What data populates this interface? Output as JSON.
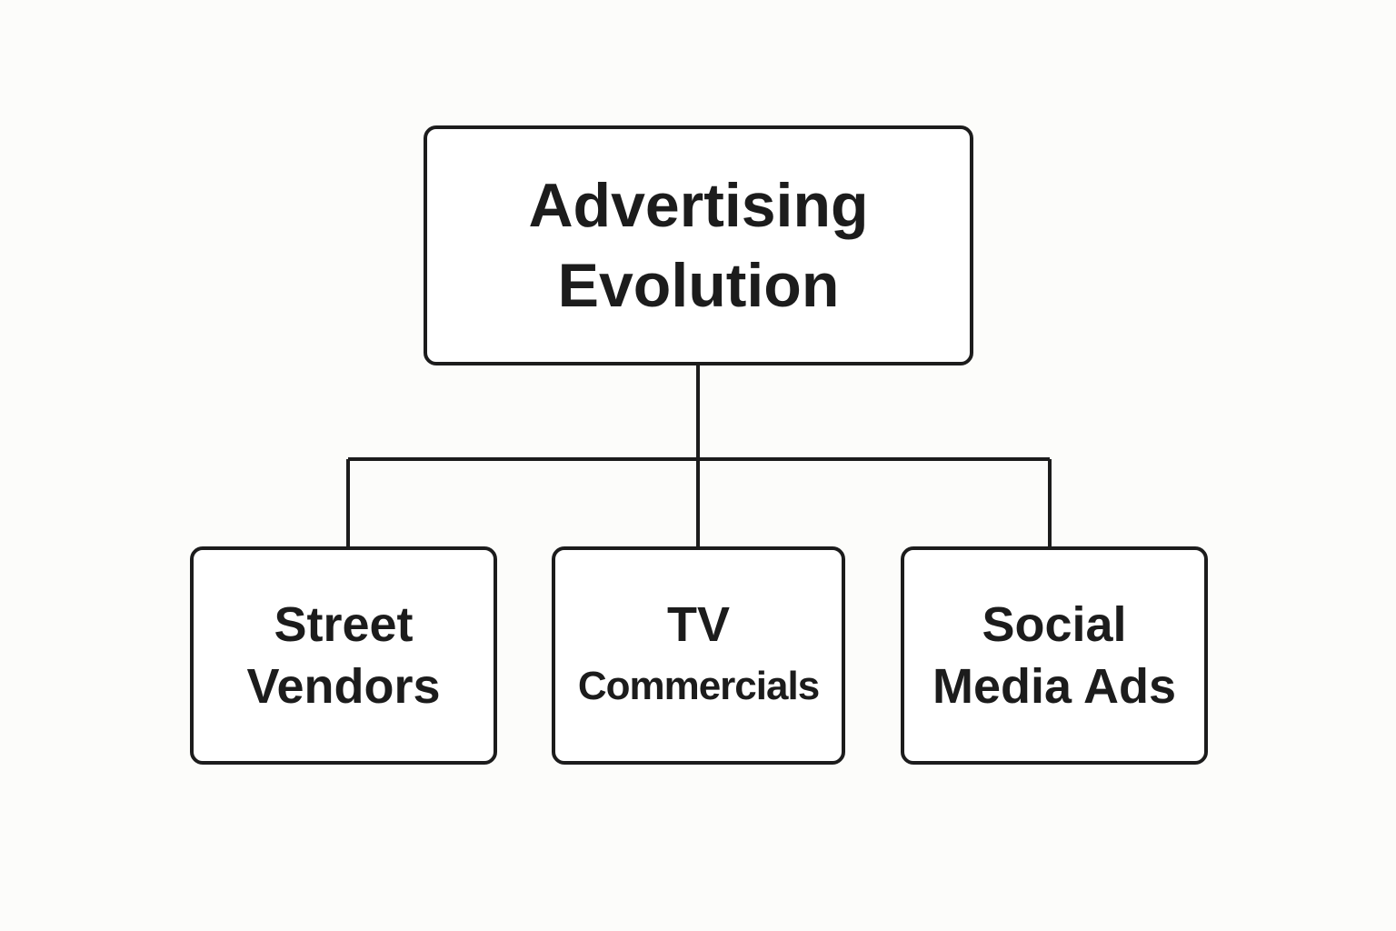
{
  "diagram": {
    "type": "tree",
    "root": {
      "lines": [
        "Advertising",
        "Evolution"
      ]
    },
    "children": [
      {
        "lines": [
          "Street",
          "Vendors"
        ]
      },
      {
        "lines": [
          "TV",
          "Commercials"
        ]
      },
      {
        "lines": [
          "Social",
          "Media Ads"
        ]
      }
    ],
    "colors": {
      "stroke": "#1c1c1c",
      "background": "#fcfcfa",
      "box_fill": "#ffffff"
    }
  }
}
